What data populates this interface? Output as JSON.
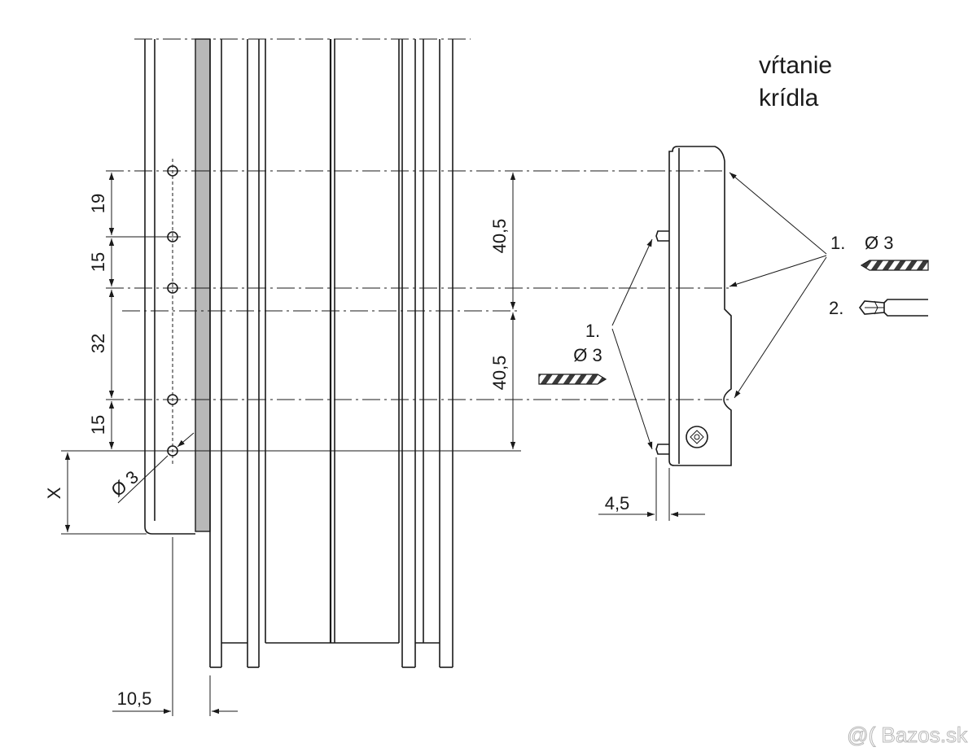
{
  "header": {
    "title_line1": "vŕtanie",
    "title_line2": "krídla"
  },
  "left_dimensions": {
    "spacing_1": "19",
    "spacing_2": "15",
    "spacing_3": "32",
    "spacing_4": "15",
    "x_label": "X",
    "hole_diameter": "Ø 3",
    "bottom_offset": "10,5"
  },
  "center_dimensions": {
    "upper": "40,5",
    "lower": "40,5"
  },
  "bracket": {
    "step1_number": "1.",
    "step1_diameter": "Ø 3",
    "offset": "4,5"
  },
  "right_steps": {
    "step1_number": "1.",
    "step1_diameter": "Ø 3",
    "step2_number": "2."
  },
  "watermark": {
    "text": "@( Bazos.sk"
  }
}
